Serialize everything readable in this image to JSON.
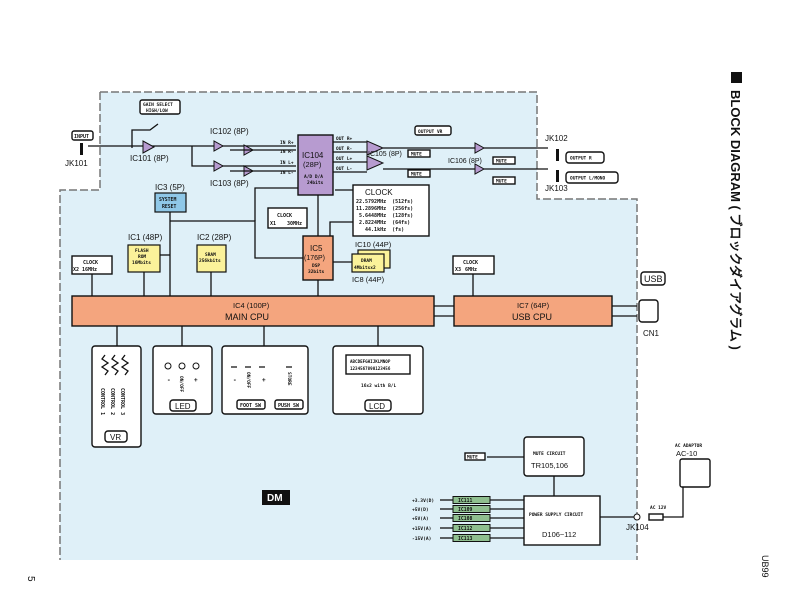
{
  "title": "BLOCK DIAGRAM ( ブロックダイアグラム )",
  "page_number": "5",
  "model_code": "UB99",
  "board_label": "DM",
  "colors": {
    "board": "#dff0f8",
    "cpu": "#f4a57e",
    "codec": "#b79bd0",
    "memory": "#fbf29a",
    "reset": "#8fc8e8",
    "regulator": "#8fbf8f"
  },
  "input": {
    "jack": "JK101",
    "label": "INPUT",
    "gain_select": [
      "GAIN SELECT",
      "HIGH/LOW"
    ],
    "ic101": "IC101 (8P)",
    "ic102": "IC102 (8P)",
    "ic103": "IC103 (8P)"
  },
  "codec": {
    "name": "IC104",
    "pins": "(28P)",
    "func": "A/D D/A",
    "bits": "24bits",
    "inputs": [
      "IN R+",
      "IN R-",
      "IN L+",
      "IN L-"
    ],
    "outputs": [
      "OUT R+",
      "OUT R-",
      "OUT L+",
      "OUT L-"
    ]
  },
  "output": {
    "ic105": "IC105 (8P)",
    "ic106": "IC106 (8P)",
    "vr": "OUTPUT VR",
    "mute": "MUTE",
    "jk102": "JK102",
    "jk103": "JK103",
    "out_r": "OUTPUT R",
    "out_l": "OUTPUT L/MONO"
  },
  "clock_main": {
    "title": "CLOCK",
    "rows": [
      "22.5792MHz  (512fs)",
      "11.2896MHz  (256fs)",
      " 5.6448MHz  (128fs)",
      " 2.8224MHz  (64fs)",
      "   44.1kHz  (fs)"
    ]
  },
  "reset": {
    "ic": "IC3 (5P)",
    "line1": "SYSTEM",
    "line2": "RESET"
  },
  "clock_x1": {
    "title": "CLOCK",
    "ref": "X1",
    "freq": "30MHz"
  },
  "clock_x2": {
    "title": "CLOCK",
    "ref": "X2",
    "freq": "16MHz"
  },
  "clock_x3": {
    "title": "CLOCK",
    "ref": "X3",
    "freq": "6MHz"
  },
  "dsp": {
    "name": "IC5",
    "pins": "(176P)",
    "func": "DSP",
    "bits": "32bits"
  },
  "dram": {
    "ic10": "IC10 (44P)",
    "ic8": "IC8 (44P)",
    "line1": "DRAM",
    "line2": "4Mbitsx2"
  },
  "flash": {
    "ic": "IC1 (48P)",
    "line1": "FLASH",
    "line2": "ROM",
    "line3": "16Mbits"
  },
  "sram": {
    "ic": "IC2 (28P)",
    "line1": "SRAM",
    "line2": "256kbits"
  },
  "main_cpu": {
    "ic": "IC4 (100P)",
    "name": "MAIN CPU"
  },
  "usb_cpu": {
    "ic": "IC7 (64P)",
    "name": "USB CPU"
  },
  "usb": {
    "label": "USB",
    "connector": "CN1"
  },
  "vr_panel": {
    "label": "VR",
    "controls": [
      "CONTROL 1",
      "CONTROL 2",
      "CONTROL 3"
    ]
  },
  "led_panel": {
    "label": "LED",
    "items": [
      "-",
      "ON/OFF",
      "+"
    ]
  },
  "sw_panel": {
    "foot": "FOOT SW",
    "push": "PUSH SW",
    "items": [
      "-",
      "ON/OFF",
      "+",
      "STORE"
    ]
  },
  "lcd_panel": {
    "label": "LCD",
    "row1": "ABCDEFGHIJKLMNOP",
    "row2": "1234567890123456",
    "desc": "16x2 with B/L"
  },
  "mute_circuit": {
    "title": "MUTE CIRCUIT",
    "parts": "TR105,106",
    "out": "MUTE"
  },
  "power": {
    "title": "POWER SUPPLY CIRCUIT",
    "parts": "D106~112",
    "jack": "JK104",
    "input": "AC 12V",
    "rails": [
      {
        "label": "+3.3V(D)",
        "ic": "IC111"
      },
      {
        "label": "+5V(D)",
        "ic": "IC109"
      },
      {
        "label": "+5V(A)",
        "ic": "IC108"
      },
      {
        "label": "+15V(A)",
        "ic": "IC112"
      },
      {
        "label": "-15V(A)",
        "ic": "IC113"
      }
    ]
  },
  "adaptor": {
    "title": "AC ADAPTOR",
    "model": "AC-10"
  }
}
